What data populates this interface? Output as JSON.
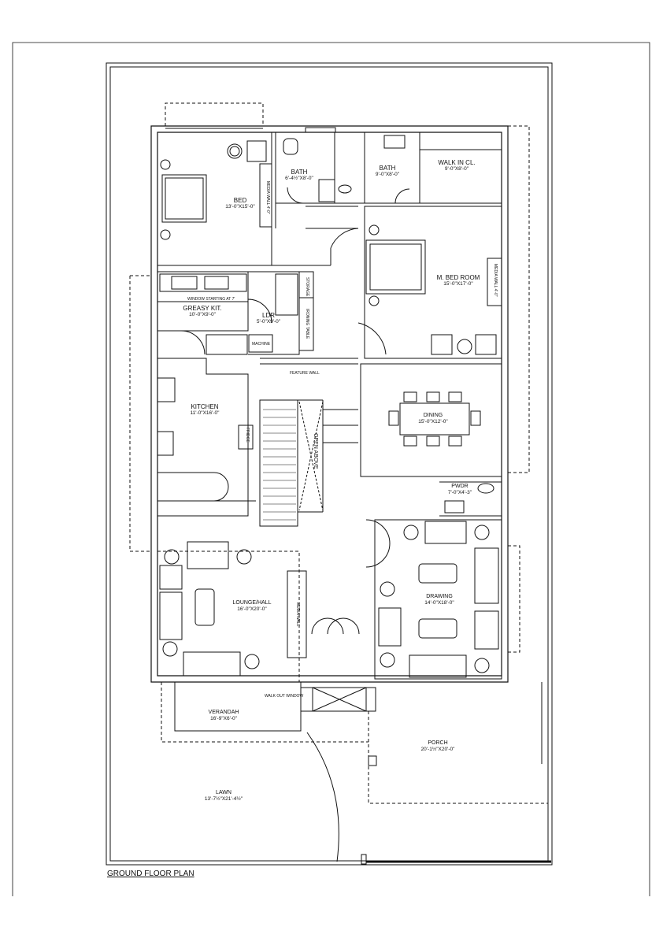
{
  "plan_title": "GROUND FLOOR PLAN",
  "rooms": [
    {
      "id": "bed",
      "name": "BED",
      "dims": "13'-0\"X15'-0\""
    },
    {
      "id": "bath1",
      "name": "BATH",
      "dims": "6'-4½\"X8'-0\""
    },
    {
      "id": "bath2",
      "name": "BATH",
      "dims": "9'-0\"X8'-0\""
    },
    {
      "id": "walkin",
      "name": "WALK IN CL.",
      "dims": "9'-0\"X8'-0\""
    },
    {
      "id": "mbed",
      "name": "M. BED ROOM",
      "dims": "15'-0\"X17'-0\""
    },
    {
      "id": "greasy",
      "name": "GREASY KIT.",
      "dims": "10'-0\"X9'-0\""
    },
    {
      "id": "ldr",
      "name": "LDR",
      "dims": "5'-0\"X9'-0\""
    },
    {
      "id": "kitchen",
      "name": "KITCHEN",
      "dims": "11'-0\"X16'-0\""
    },
    {
      "id": "dining",
      "name": "DINING",
      "dims": "15'-0\"X12'-0\""
    },
    {
      "id": "pwdr",
      "name": "PWDR",
      "dims": "7'-0\"X4'-3\""
    },
    {
      "id": "drawing",
      "name": "DRAWING",
      "dims": "14'-0\"X18'-0\""
    },
    {
      "id": "lounge",
      "name": "LOUNGE/HALL",
      "dims": "16'-0\"X20'-0\""
    },
    {
      "id": "verandah",
      "name": "VERANDAH",
      "dims": "16'-9\"X6'-0\""
    },
    {
      "id": "porch",
      "name": "PORCH",
      "dims": "20'-1½\"X20'-0\""
    },
    {
      "id": "lawn",
      "name": "LAWN",
      "dims": "13'-7½\"X21'-4½\""
    }
  ],
  "annotations": {
    "window_starting": "WINDOW STARTING AT 7'",
    "feature_wall": "FEATURE WALL",
    "walk_out_window": "WALK OUT WINDOW",
    "machine": "MACHINE",
    "fridge": "FRIDGE",
    "open_above": "OPEN ABOVE",
    "media_wall_bed": "MEDIA WALL 4'-0\"",
    "media_wall_mbed": "MEDIA WALL 4'-0\"",
    "media_wall_lounge": "MEDIA WALL",
    "storage": "STORAGE",
    "ironing_table": "IRONING TABLE"
  }
}
